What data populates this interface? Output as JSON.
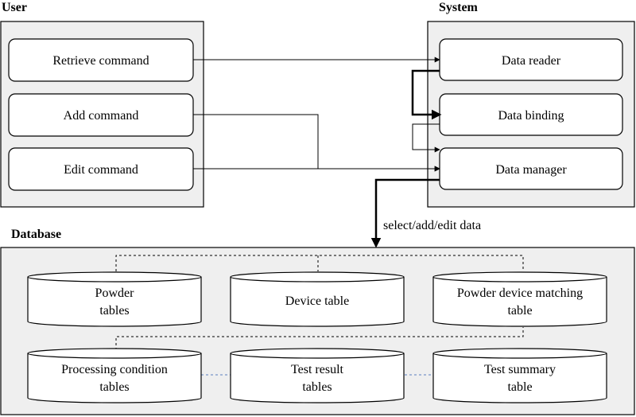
{
  "headings": {
    "user": "User",
    "system": "System",
    "database": "Database"
  },
  "user_commands": [
    "Retrieve command",
    "Add command",
    "Edit command"
  ],
  "system_components": [
    "Data reader",
    "Data binding",
    "Data manager"
  ],
  "db_connector_label": "select/add/edit data",
  "database_tables": [
    {
      "line1": "Powder",
      "line2": "tables"
    },
    {
      "line1": "Device table",
      "line2": ""
    },
    {
      "line1": "Powder device matching",
      "line2": "table"
    },
    {
      "line1": "Processing condition",
      "line2": "tables"
    },
    {
      "line1": "Test result",
      "line2": "tables"
    },
    {
      "line1": "Test summary",
      "line2": "table"
    }
  ]
}
